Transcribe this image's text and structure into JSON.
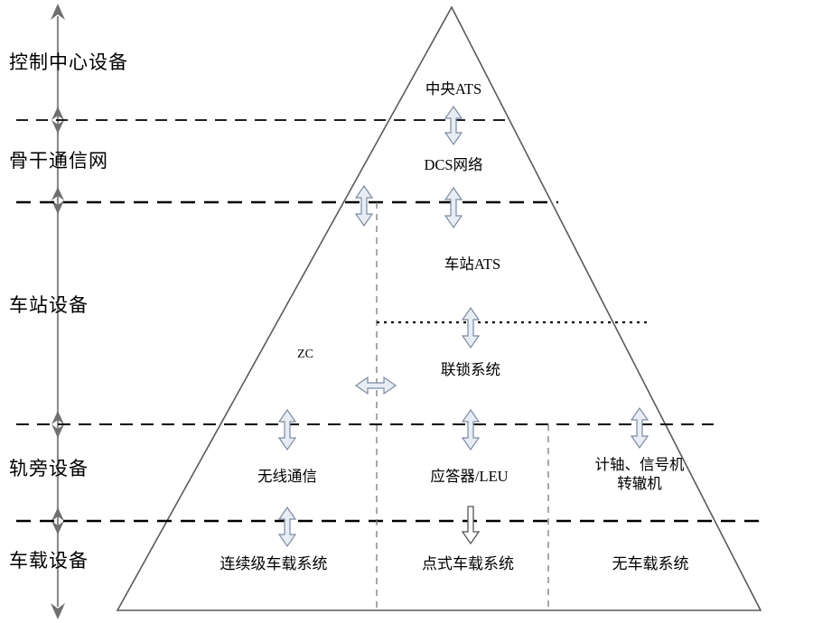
{
  "diagram": {
    "title_present": false,
    "colors": {
      "stroke": "#000000",
      "triangle_stroke": "#555555",
      "axis": "#808080",
      "arrow_fill": "#e8edf5",
      "arrow_stroke": "#7a8aa0",
      "background": "#ffffff"
    },
    "left_axis_labels": [
      {
        "id": "control-center",
        "text": "控制中心设备"
      },
      {
        "id": "backbone-network",
        "text": "骨干通信网"
      },
      {
        "id": "station-equipment",
        "text": "车站设备"
      },
      {
        "id": "trackside-equipment",
        "text": "轨旁设备"
      },
      {
        "id": "onboard-equipment",
        "text": "车载设备"
      }
    ],
    "nodes": [
      {
        "id": "central-ats",
        "text": "中央ATS"
      },
      {
        "id": "dcs-network",
        "text": "DCS网络"
      },
      {
        "id": "station-ats",
        "text": "车站ATS"
      },
      {
        "id": "zc",
        "text": "ZC"
      },
      {
        "id": "interlocking",
        "text": "联锁系统"
      },
      {
        "id": "wireless-comm",
        "text": "无线通信"
      },
      {
        "id": "transponder-leu",
        "text": "应答器/LEU"
      },
      {
        "id": "axle-counter-signal-switch",
        "text": "计轴、信号机\n转辙机"
      },
      {
        "id": "continuous-onboard",
        "text": "连续级车载系统"
      },
      {
        "id": "spot-onboard",
        "text": "点式车载系统"
      },
      {
        "id": "no-onboard",
        "text": "无车载系统"
      }
    ],
    "connectors": [
      {
        "id": "conn-central-ats-dcs",
        "type": "double-arrow-vertical"
      },
      {
        "id": "conn-dcs-station-ats",
        "type": "double-arrow-vertical"
      },
      {
        "id": "conn-dcs-zc",
        "type": "double-arrow-vertical"
      },
      {
        "id": "conn-station-ats-interlocking",
        "type": "double-arrow-vertical"
      },
      {
        "id": "conn-zc-interlocking",
        "type": "double-arrow-horizontal"
      },
      {
        "id": "conn-zc-wireless",
        "type": "double-arrow-vertical"
      },
      {
        "id": "conn-interlocking-transponder",
        "type": "double-arrow-vertical"
      },
      {
        "id": "conn-interlocking-axle",
        "type": "double-arrow-vertical"
      },
      {
        "id": "conn-wireless-continuous",
        "type": "double-arrow-vertical"
      },
      {
        "id": "conn-transponder-spot",
        "type": "down-arrow-vertical"
      }
    ]
  }
}
